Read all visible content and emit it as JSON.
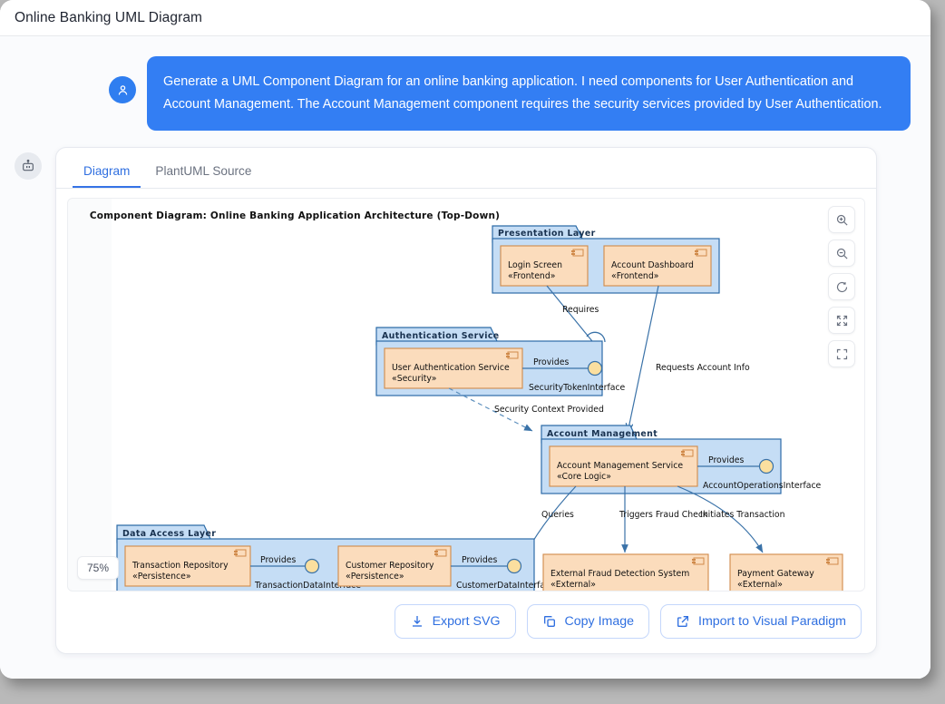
{
  "window": {
    "title": "Online Banking UML Diagram"
  },
  "conversation": {
    "user_avatar_icon": "user-icon",
    "bot_avatar_icon": "robot-icon",
    "user_message": "Generate a UML Component Diagram for an online banking application. I need components for User Authentication and Account Management. The Account Management component requires the security services provided by User Authentication."
  },
  "card": {
    "tabs": [
      {
        "label": "Diagram",
        "active": true
      },
      {
        "label": "PlantUML Source",
        "active": false
      }
    ],
    "zoom_level": "75%",
    "zoom_tools": [
      {
        "name": "zoom-in-icon",
        "title": "Zoom in"
      },
      {
        "name": "zoom-out-icon",
        "title": "Zoom out"
      },
      {
        "name": "reset-icon",
        "title": "Reset"
      },
      {
        "name": "fit-screen-icon",
        "title": "Fit to screen"
      },
      {
        "name": "fullscreen-icon",
        "title": "Fullscreen"
      }
    ],
    "actions": [
      {
        "label": "Export SVG",
        "icon": "download-icon"
      },
      {
        "label": "Copy Image",
        "icon": "copy-icon"
      },
      {
        "label": "Import to Visual Paradigm",
        "icon": "external-link-icon"
      }
    ]
  },
  "diagram": {
    "title": "Component Diagram: Online Banking Application Architecture (Top-Down)",
    "colors": {
      "package_fill": "#c5ddf5",
      "package_border": "#2d6ca8",
      "component_fill": "#fbdcbc",
      "component_border": "#d08a4a",
      "connector": "#3a72a8",
      "interface_ball": "#fbdf9f"
    },
    "packages": [
      {
        "name": "Presentation Layer"
      },
      {
        "name": "Authentication Service"
      },
      {
        "name": "Account Management"
      },
      {
        "name": "Data Access Layer"
      }
    ],
    "components": [
      {
        "name": "Login Screen",
        "stereotype": "«Frontend»",
        "package": "Presentation Layer"
      },
      {
        "name": "Account Dashboard",
        "stereotype": "«Frontend»",
        "package": "Presentation Layer"
      },
      {
        "name": "User Authentication Service",
        "stereotype": "«Security»",
        "package": "Authentication Service"
      },
      {
        "name": "Account Management Service",
        "stereotype": "«Core Logic»",
        "package": "Account Management"
      },
      {
        "name": "Transaction Repository",
        "stereotype": "«Persistence»",
        "package": "Data Access Layer"
      },
      {
        "name": "Customer Repository",
        "stereotype": "«Persistence»",
        "package": "Data Access Layer"
      },
      {
        "name": "External Fraud Detection System",
        "stereotype": "«External»",
        "package": null
      },
      {
        "name": "Payment Gateway",
        "stereotype": "«External»",
        "package": null
      }
    ],
    "interfaces": [
      {
        "provides_label": "Provides",
        "name": "SecurityTokenInterface"
      },
      {
        "provides_label": "Provides",
        "name": "AccountOperationsInterface"
      },
      {
        "provides_label": "Provides",
        "name": "TransactionDataInterface"
      },
      {
        "provides_label": "Provides",
        "name": "CustomerDataInterface"
      }
    ],
    "connector_labels": [
      "Requires",
      "Requests Account Info",
      "Security Context Provided",
      "Queries",
      "Triggers Fraud Check",
      "Initiates Transaction"
    ]
  }
}
